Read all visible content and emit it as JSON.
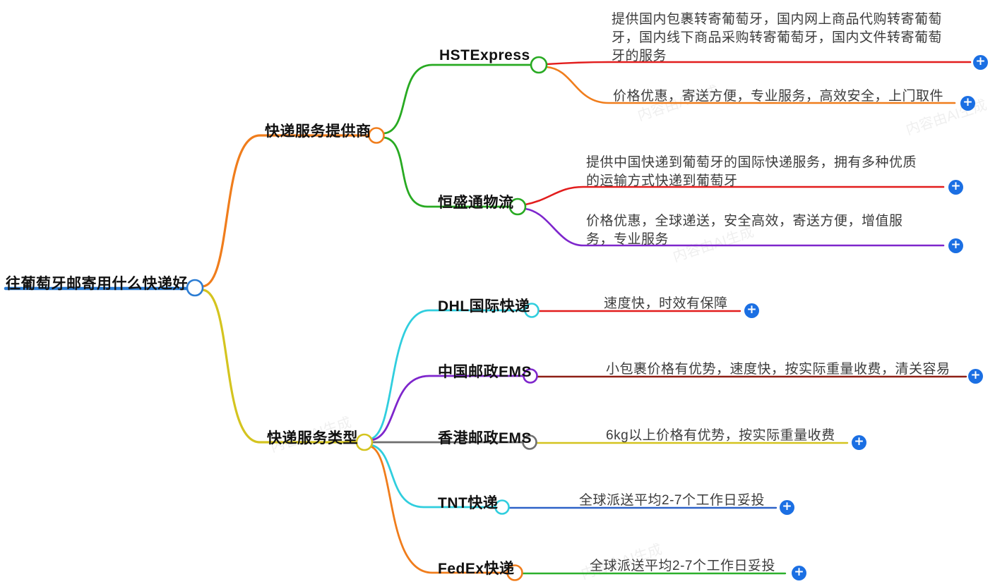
{
  "watermark": "内容由AI生成",
  "colors": {
    "root_blue": "#2b7cd3",
    "branch_orange": "#f07d1c",
    "branch_yellow": "#d4c41f",
    "green": "#28aa22",
    "red": "#e21d1d",
    "dark_red": "#8e1f14",
    "purple": "#7e26cc",
    "cyan": "#30cede",
    "gray": "#6f6f6f",
    "leaf_blue": "#2e62c8",
    "leaf_green": "#2cb02c",
    "leaf_yellow": "#d4c41f",
    "plus_button": "#1b6fe3"
  },
  "root": {
    "label": "往葡萄牙邮寄用什么快递好"
  },
  "branches": [
    {
      "label": "快递服务提供商",
      "children": [
        {
          "label": "HSTExpress",
          "leaves": [
            {
              "text": "提供国内包裹转寄葡萄牙，国内网上商品代购转寄葡萄牙，国内线下商品采购转寄葡萄牙，国内文件转寄葡萄牙的服务"
            },
            {
              "text": "价格优惠，寄送方便，专业服务，高效安全，上门取件"
            }
          ]
        },
        {
          "label": "恒盛通物流",
          "leaves": [
            {
              "text": "提供中国快递到葡萄牙的国际快递服务，拥有多种优质的运输方式快递到葡萄牙"
            },
            {
              "text": "价格优惠，全球递送，安全高效，寄送方便，增值服务，专业服务"
            }
          ]
        }
      ]
    },
    {
      "label": "快递服务类型",
      "children": [
        {
          "label": "DHL国际快递",
          "leaves": [
            {
              "text": "速度快，时效有保障"
            }
          ]
        },
        {
          "label": "中国邮政EMS",
          "leaves": [
            {
              "text": "小包裹价格有优势，速度快，按实际重量收费，清关容易"
            }
          ]
        },
        {
          "label": "香港邮政EMS",
          "leaves": [
            {
              "text": "6kg以上价格有优势，按实际重量收费"
            }
          ]
        },
        {
          "label": "TNT快递",
          "leaves": [
            {
              "text": "全球派送平均2-7个工作日妥投"
            }
          ]
        },
        {
          "label": "FedEx快递",
          "leaves": [
            {
              "text": "全球派送平均2-7个工作日妥投"
            }
          ]
        }
      ]
    }
  ]
}
